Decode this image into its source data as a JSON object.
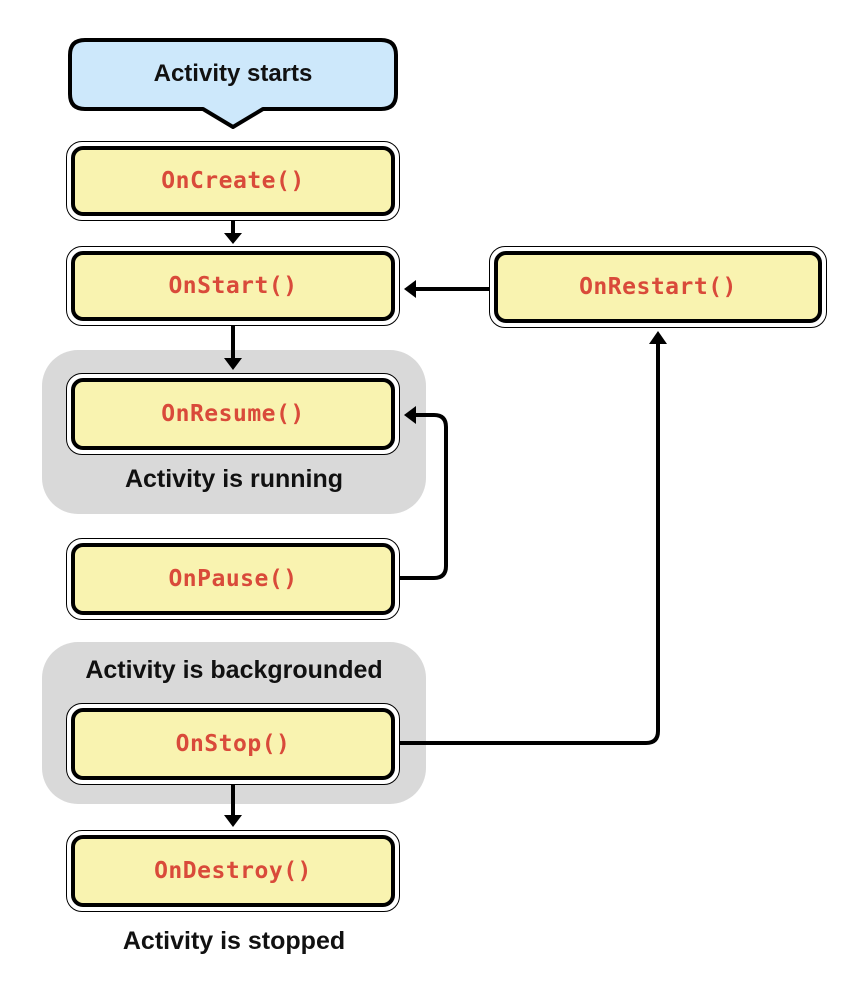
{
  "start": {
    "label": "Activity starts"
  },
  "nodes": {
    "on_create": "OnCreate()",
    "on_start": "OnStart()",
    "on_restart": "OnRestart()",
    "on_resume": "OnResume()",
    "on_pause": "OnPause()",
    "on_stop": "OnStop()",
    "on_destroy": "OnDestroy()"
  },
  "groups": {
    "running": "Activity is running",
    "backgrounded": "Activity is backgrounded"
  },
  "footer": {
    "stopped": "Activity is stopped"
  },
  "colors": {
    "start_fill": "#cde8fb",
    "node_fill": "#f9f3b0",
    "method_text": "#d94a3a",
    "group_fill": "#d9d9d9"
  }
}
